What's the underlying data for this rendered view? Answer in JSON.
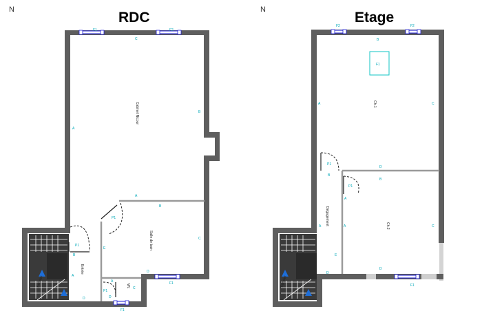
{
  "plans": [
    {
      "title": "RDC",
      "north": "N",
      "rooms": {
        "cabinet": "Cabinet Nicour",
        "salle_de_bain": "Salle de bain",
        "entree": "Entrée",
        "wc": "Wc",
        "escalier": "Escalier"
      },
      "wall_labels": [
        "A",
        "B",
        "C",
        "D",
        "E"
      ],
      "marks": [
        "F1",
        "F2",
        "P1"
      ]
    },
    {
      "title": "Etage",
      "north": "N",
      "rooms": {
        "ch1": "Ch.1",
        "ch2": "Ch.2",
        "degagement": "Dégagement",
        "escalier": "Escalier"
      },
      "wall_labels": [
        "A",
        "B",
        "C",
        "D",
        "E"
      ],
      "marks": [
        "F1",
        "F2",
        "P1"
      ]
    }
  ]
}
